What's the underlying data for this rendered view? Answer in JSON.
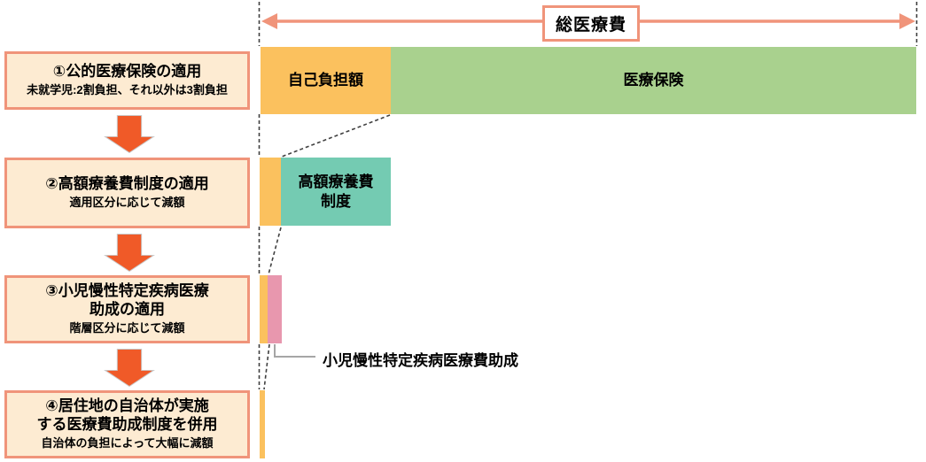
{
  "diagram": {
    "total_label": "総医療費",
    "steps": [
      {
        "title": "①公的医療保険の適用",
        "subtitle": "未就学児:2割負担、それ以外は3割負担"
      },
      {
        "title": "②高額療養費制度の適用",
        "subtitle": "適用区分に応じて減額"
      },
      {
        "title": "③小児慢性特定疾病医療\n助成の適用",
        "subtitle": "階層区分に応じて減額"
      },
      {
        "title": "④居住地の自治体が実施\nする医療費助成制度を併用",
        "subtitle": "自治体の負担によって大幅に減額"
      }
    ],
    "bars": {
      "self_pay_label": "自己負担額",
      "insurance_label": "医療保険",
      "high_cost_label": "高額療養費\n制度",
      "callout_label": "小児慢性特定疾病医療費助成"
    },
    "colors": {
      "bar_orange": "#FBC15E",
      "bar_green": "#A9D18E",
      "bar_teal": "#74CBB2",
      "bar_pink": "#E897AE",
      "box_fill": "#FDEBD2",
      "accent_salmon": "#F0947A",
      "arrow_orange": "#F05A28"
    }
  }
}
